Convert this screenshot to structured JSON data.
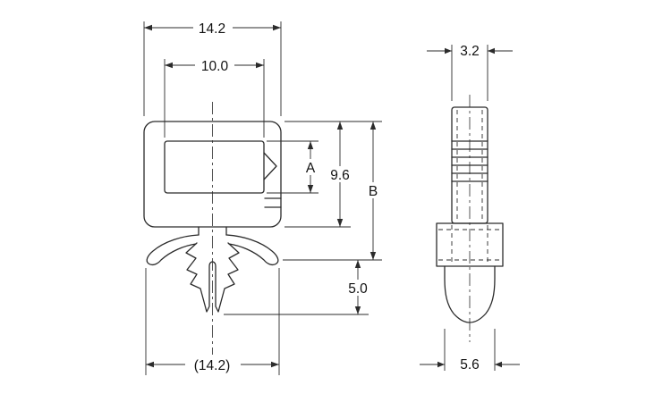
{
  "front_view": {
    "dim_outer_width": "14.2",
    "dim_inner_width": "10.0",
    "dim_window_height": "A",
    "dim_body_height": "9.6",
    "dim_overall_height": "B",
    "dim_anchor_depth": "5.0",
    "dim_wing_span": "(14.2)"
  },
  "side_view": {
    "dim_strap_thickness": "3.2",
    "dim_anchor_width": "5.6"
  }
}
